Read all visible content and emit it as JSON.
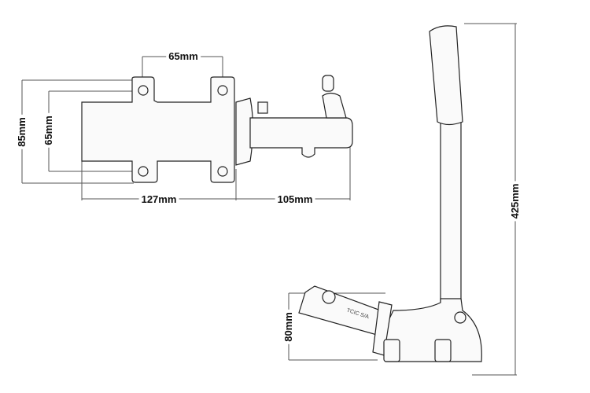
{
  "dimensions": {
    "cylinder_lug_spacing": "65mm",
    "cylinder_outer_height": "85mm",
    "cylinder_hole_spacing": "65mm",
    "cylinder_body_length": "127mm",
    "cylinder_pushrod_length": "105mm",
    "handle_height": "425mm",
    "base_height": "80mm"
  },
  "stamp_text": "TCIC S/A",
  "colors": {
    "line": "#222222",
    "dim": "#555555",
    "fill": "#fafafa"
  }
}
